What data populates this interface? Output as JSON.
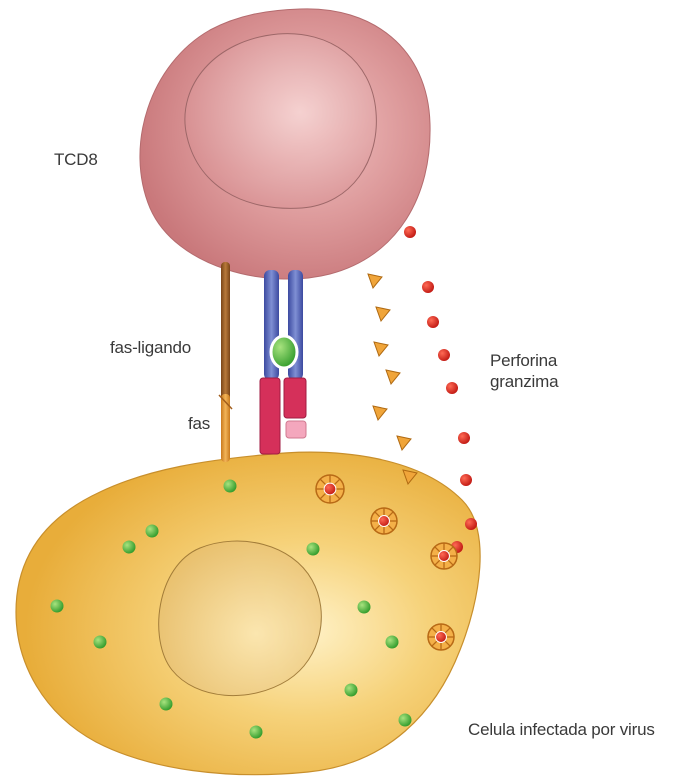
{
  "labels": {
    "tcd8": "TCD8",
    "fas_ligand": "fas-ligando",
    "fas": "fas",
    "perforin_line1": "Perforina",
    "perforin_line2": "granzima",
    "infected_cell": "Celula infectada por virus"
  },
  "colors": {
    "tcell": "#d88a8c",
    "target_cell": "#f1c25a",
    "receptor_blue": "#4a5ab0",
    "mhc_red": "#d5305a",
    "peptide_green": "#55b833",
    "fas_brown": "#9a5a20",
    "granule_red": "#d8231e",
    "perforin_orange": "#e8942a"
  }
}
